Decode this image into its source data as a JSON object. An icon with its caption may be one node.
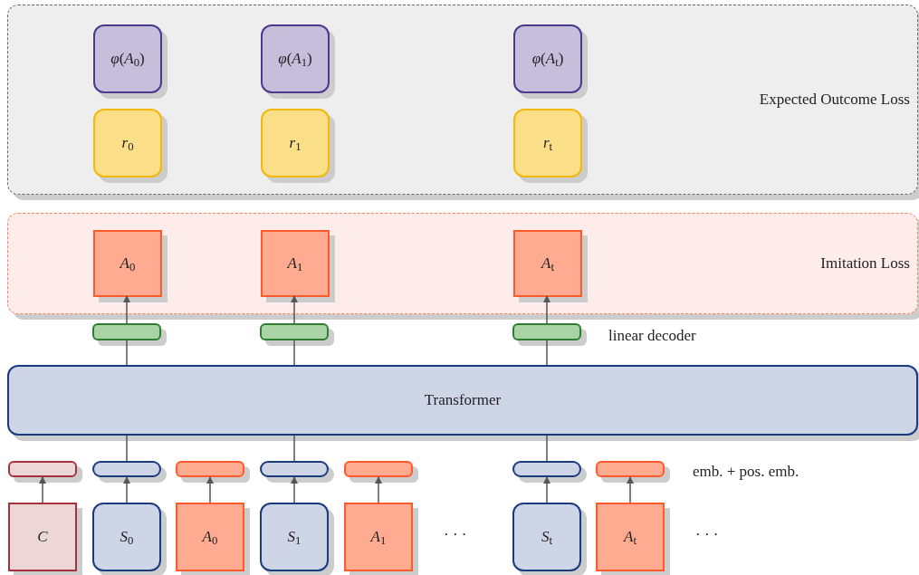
{
  "diagram": {
    "nodes": [
      {
        "text": [
          "Expected Outcome Loss"
        ]
      },
      {
        "text": [
          "*φ*(*A*$_{0}$)"
        ],
        "in": 0
      },
      {
        "text": [
          "*φ*(*A*$_{1}$)"
        ],
        "in": 0
      },
      {
        "text": [
          "*φ*(*A*$_{t}$)"
        ],
        "in": 0
      },
      {
        "text": [
          "*r*$_{0}$"
        ],
        "in": 0
      },
      {
        "text": [
          "*r*$_{1}$"
        ],
        "in": 0
      },
      {
        "text": [
          "*r*$_{t}$"
        ],
        "in": 0
      },
      {
        "text": [
          "Imitation Loss"
        ]
      },
      {
        "text": [
          "*A*$_{0}$"
        ],
        "in": 7
      },
      {
        "text": [
          "*A*$_{1}$"
        ],
        "in": 7
      },
      {
        "text": [
          "*A*$_{t}$"
        ],
        "in": 7
      },
      {
        "text": [],
        "shape": "bar"
      },
      {
        "text": [],
        "shape": "bar"
      },
      {
        "text": [],
        "shape": "bar"
      },
      {
        "text": [
          "Transformer"
        ]
      },
      {
        "text": [],
        "shape": "bar"
      },
      {
        "text": [],
        "shape": "bar"
      },
      {
        "text": [],
        "shape": "bar"
      },
      {
        "text": [],
        "shape": "bar"
      },
      {
        "text": [],
        "shape": "bar"
      },
      {
        "text": [],
        "shape": "bar"
      },
      {
        "text": [],
        "shape": "bar"
      },
      {
        "text": [
          "*C*"
        ]
      },
      {
        "text": [
          "*S*$_{0}$"
        ]
      },
      {
        "text": [
          "*A*$_{0}$"
        ]
      },
      {
        "text": [
          "*S*$_{1}$"
        ]
      },
      {
        "text": [
          "*A*$_{1}$"
        ]
      },
      {
        "text": [
          "*S*$_{t}$"
        ]
      },
      {
        "text": [
          "*A*$_{t}$"
        ]
      }
    ],
    "edges": [
      {
        "from": 22,
        "to": 15,
        "arrow": "to"
      },
      {
        "from": 23,
        "to": 16,
        "arrow": "to"
      },
      {
        "from": 24,
        "to": 17,
        "arrow": "to"
      },
      {
        "from": 25,
        "to": 18,
        "arrow": "to"
      },
      {
        "from": 26,
        "to": 19,
        "arrow": "to"
      },
      {
        "from": 27,
        "to": 20,
        "arrow": "to"
      },
      {
        "from": 28,
        "to": 21,
        "arrow": "to"
      },
      {
        "from": 16,
        "to": 14,
        "arrow": "none"
      },
      {
        "from": 18,
        "to": 14,
        "arrow": "none"
      },
      {
        "from": 20,
        "to": 14,
        "arrow": "none"
      },
      {
        "from": 14,
        "to": 11,
        "arrow": "none"
      },
      {
        "from": 14,
        "to": 12,
        "arrow": "none"
      },
      {
        "from": 14,
        "to": 13,
        "arrow": "none"
      },
      {
        "from": 11,
        "to": 8,
        "arrow": "to"
      },
      {
        "from": 12,
        "to": 9,
        "arrow": "to"
      },
      {
        "from": 13,
        "to": 10,
        "arrow": "to"
      }
    ],
    "labels": [
      "linear decoder",
      "emb. + pos. emb.",
      "· · ·",
      "· · ·"
    ]
  }
}
